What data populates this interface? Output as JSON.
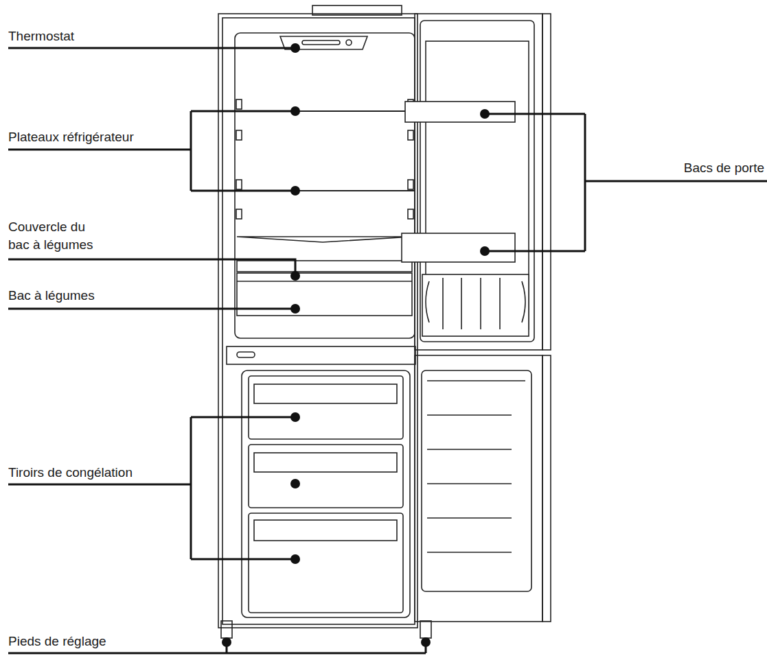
{
  "diagram": {
    "labels": [
      "Thermostat",
      "Plateaux réfrigérateur",
      "Bacs de porte",
      "Couvercle du bac à légumes",
      "Bac à légumes",
      "Tiroirs de congélation",
      "Pieds de réglage"
    ]
  }
}
